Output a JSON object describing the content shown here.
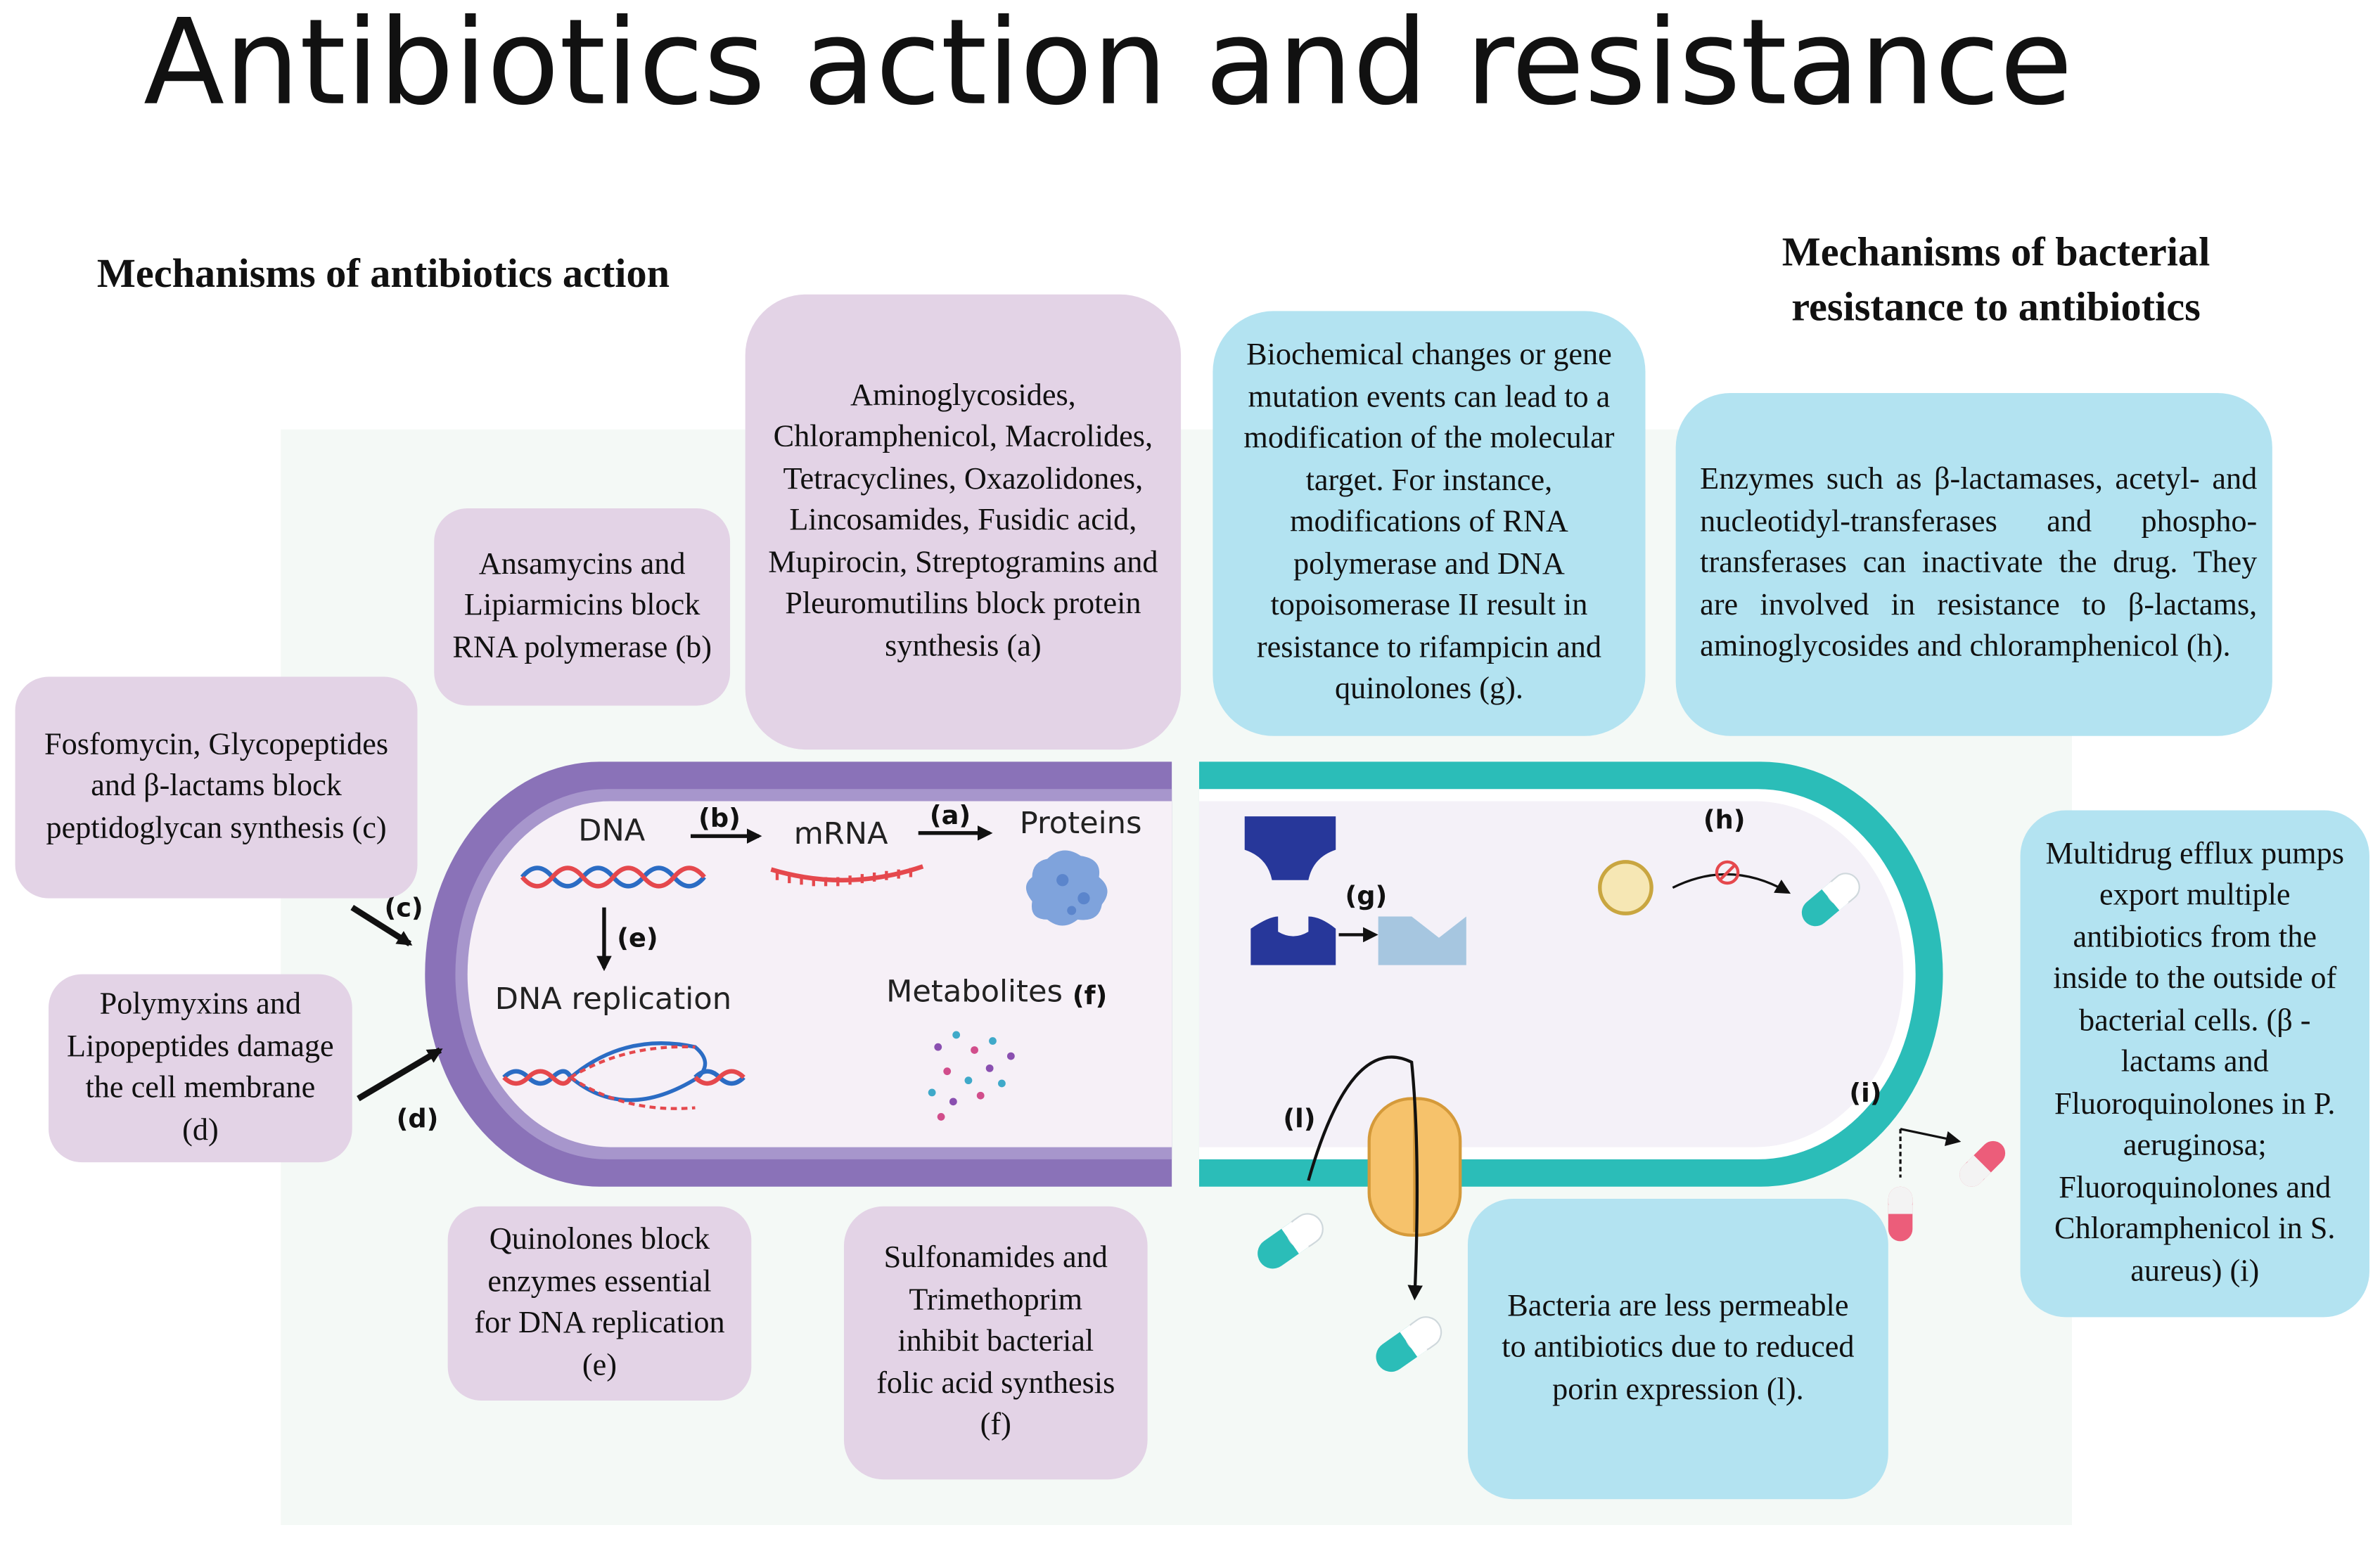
{
  "title": "Antibiotics action and resistance",
  "headings": {
    "action": "Mechanisms of antibiotics action",
    "resistance": "Mechanisms of bacterial resistance to antibiotics"
  },
  "action_boxes": {
    "a": "Aminoglycosides, Chloramphenicol, Macrolides, Tetracyclines, Oxazolidones, Lincosamides, Fusidic acid, Mupirocin, Streptogramins and Pleuromutilins block protein synthesis (a)",
    "b": "Ansamycins and Lipiarmicins block RNA polymerase (b)",
    "c": "Fosfomycin, Glycopeptides and β-lactams block peptidoglycan synthesis (c)",
    "d": "Polymyxins and Lipopeptides damage the cell membrane (d)",
    "e": "Quinolones block enzymes essential for DNA replication (e)",
    "f": "Sulfonamides and Trimethoprim inhibit bacterial folic acid synthesis (f)"
  },
  "resistance_boxes": {
    "g": "Biochemical changes or gene mutation events can lead to a modification of the molecular target. For instance, modifications of RNA polymerase and DNA topoisomerase II result in resistance to rifampicin and quinolones (g).",
    "h": "Enzymes such as β-lactamases, acetyl- and nucleotidyl-transferases and phospho-transferases can inactivate the drug. They are involved in resistance to β-lactams, aminoglycosides and chloramphenicol (h).",
    "i": "Multidrug efflux pumps export multiple antibiotics from the inside to the outside of bacterial cells. (β - lactams and Fluoroquinolones in P. aeruginosa; Fluoroquinolones and Chloramphenicol in S. aureus) (i)",
    "l": "Bacteria are less permeable to antibiotics due to reduced porin expression (l)."
  },
  "cell_labels": {
    "dna": "DNA",
    "mrna": "mRNA",
    "proteins": "Proteins",
    "dna_replication": "DNA replication",
    "metabolites": "Metabolites",
    "tag_a": "(a)",
    "tag_b": "(b)",
    "tag_c": "(c)",
    "tag_d": "(d)",
    "tag_e": "(e)",
    "tag_f": "(f)",
    "tag_g": "(g)",
    "tag_h": "(h)",
    "tag_i": "(i)",
    "tag_l": "(l)"
  },
  "colors": {
    "purple_box": "#e3d3e6",
    "blue_box": "#b3e3f1",
    "membrane_purple": "#8a72b8",
    "membrane_teal": "#2bbdb8",
    "dark_blue": "#27379a",
    "light_blue": "#a6c6e0"
  }
}
